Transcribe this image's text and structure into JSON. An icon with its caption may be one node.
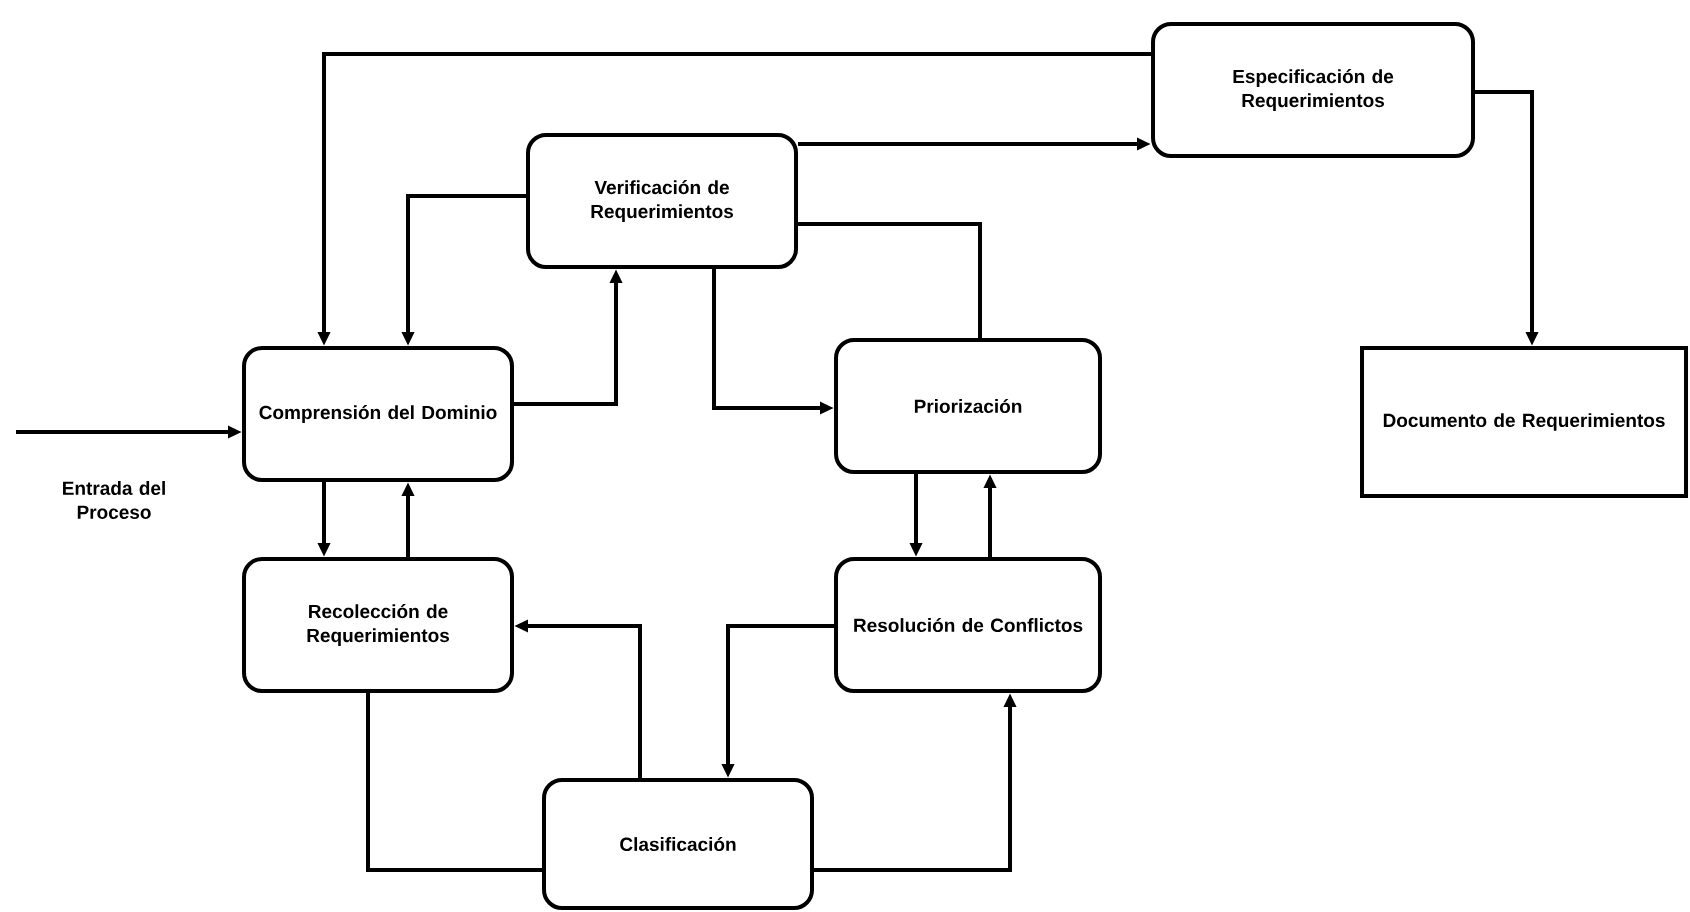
{
  "diagram": {
    "nodes": [
      {
        "text": [
          "Especificación de Requerimientos"
        ]
      },
      {
        "text": [
          "Verificación de Requerimientos"
        ]
      },
      {
        "text": [
          "Comprensión del Dominio"
        ]
      },
      {
        "text": [
          "Priorización"
        ]
      },
      {
        "text": [
          "Documento de Requerimientos"
        ]
      },
      {
        "text": [
          "Recolección de Requerimientos"
        ]
      },
      {
        "text": [
          "Resolución de Conflictos"
        ]
      },
      {
        "text": [
          "Clasificación"
        ]
      }
    ],
    "edges": [
      {
        "from": 0,
        "to": 2,
        "arrow": "to"
      },
      {
        "from": 1,
        "to": 0,
        "arrow": "to"
      },
      {
        "from": 1,
        "to": 2,
        "arrow": "to"
      },
      {
        "from": 2,
        "to": 1,
        "arrow": "to"
      },
      {
        "from": 1,
        "to": 3,
        "arrow": "to"
      },
      {
        "from": 3,
        "to": 1,
        "arrow": "none"
      },
      {
        "from": 0,
        "to": 4,
        "arrow": "to"
      },
      {
        "from": 2,
        "to": 5,
        "arrow": "to"
      },
      {
        "from": 5,
        "to": 2,
        "arrow": "to"
      },
      {
        "from": 3,
        "to": 6,
        "arrow": "to"
      },
      {
        "from": 6,
        "to": 3,
        "arrow": "to"
      },
      {
        "from": 7,
        "to": 5,
        "arrow": "to"
      },
      {
        "from": 6,
        "to": 7,
        "arrow": "to"
      },
      {
        "from": 5,
        "to": 7,
        "arrow": "none"
      },
      {
        "from": 7,
        "to": 6,
        "arrow": "to"
      },
      {
        "from": null,
        "to": 2,
        "arrow": "to",
        "label": "Entrada del Proceso"
      }
    ]
  }
}
